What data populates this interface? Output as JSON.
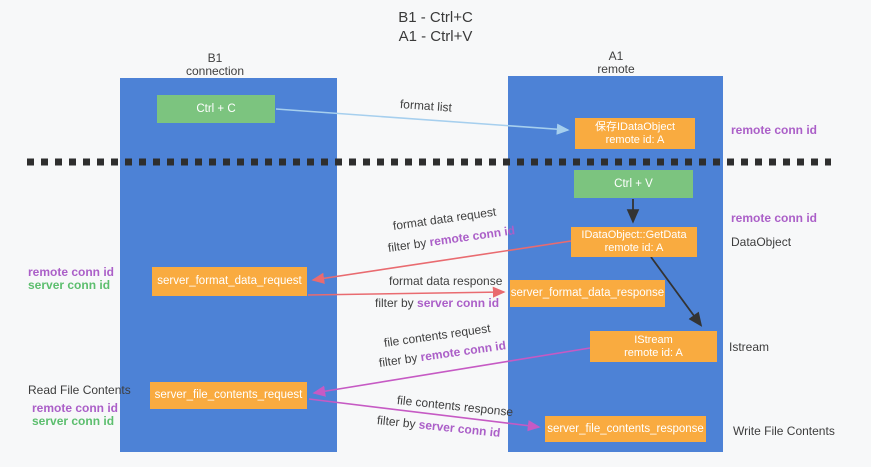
{
  "title": {
    "line1": "B1 - Ctrl+C",
    "line2": "A1 - Ctrl+V"
  },
  "lanes": {
    "left": {
      "name": "B1",
      "role": "connection"
    },
    "right": {
      "name": "A1",
      "role": "remote"
    }
  },
  "nodes": {
    "ctrl_c": {
      "label": "Ctrl + C"
    },
    "save_dataobject": {
      "line1": "保存IDataObject",
      "line2": "remote id: A"
    },
    "ctrl_v": {
      "label": "Ctrl + V"
    },
    "getdata": {
      "line1": "IDataObject::GetData",
      "line2": "remote id: A"
    },
    "format_request": {
      "label": "server_format_data_request"
    },
    "format_response": {
      "label": "server_format_data_response"
    },
    "istream": {
      "line1": "IStream",
      "line2": "remote id: A"
    },
    "file_request": {
      "label": "server_file_contents_request"
    },
    "file_response": {
      "label": "server_file_contents_response"
    }
  },
  "flow_labels": {
    "format_list": "format list",
    "format_request": "format data request",
    "format_request_filter_prefix": "filter by ",
    "format_request_filter_key": "remote conn id",
    "format_response": "format data response",
    "format_response_filter_prefix": "filter by ",
    "format_response_filter_key": "server conn id",
    "file_request": "file contents request",
    "file_request_filter_prefix": "filter by ",
    "file_request_filter_key": "remote conn id",
    "file_response": "file contents response",
    "file_response_filter_prefix": "filter by ",
    "file_response_filter_key": "server conn id"
  },
  "side_labels": {
    "right_remote_conn_id_top": "remote conn id",
    "right_remote_conn_id_mid": "remote conn id",
    "right_dataobject": "DataObject",
    "right_istream": "Istream",
    "right_write_file": "Write File Contents",
    "left_remote_conn_id_top": "remote conn id",
    "left_server_conn_id_top": "server conn id",
    "left_read_file": "Read File Contents",
    "left_remote_conn_id_bottom": "remote conn id",
    "left_server_conn_id_bottom": "server conn id"
  },
  "colors": {
    "lane_blue": "#4d82d6",
    "node_orange": "#f9ab40",
    "node_green": "#7cc47f",
    "arrow_red": "#e96b70",
    "arrow_magenta": "#c65ac4",
    "arrow_lightblue": "#a6cfee",
    "arrow_black": "#333333",
    "text_purple": "#ab5fc8",
    "text_green": "#5cbe6e",
    "background": "#f7f8f9"
  }
}
